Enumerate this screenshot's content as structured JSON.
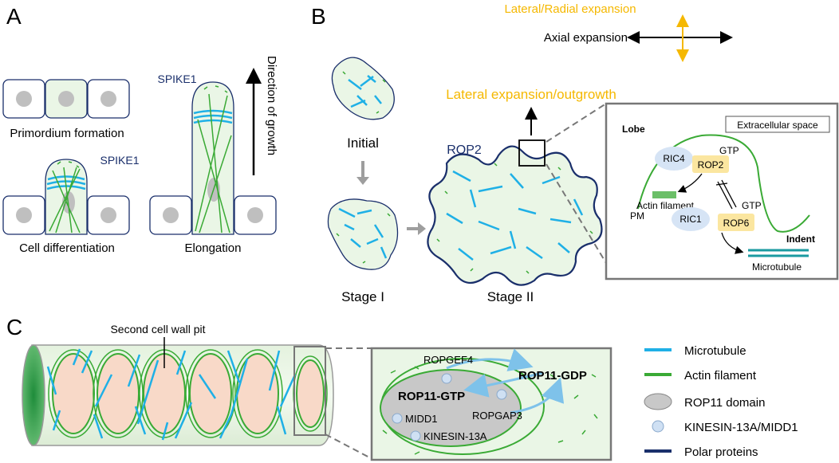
{
  "panels": {
    "A": {
      "letter": "A",
      "spike_top": "SPIKE1",
      "spike_mid": "SPIKE1",
      "direction": "Direction of growth",
      "primordium": "Primordium formation",
      "differentiation": "Cell differentiation",
      "elongation": "Elongation"
    },
    "B": {
      "letter": "B",
      "lateral_radial": "Lateral/Radial expansion",
      "axial": "Axial expansion",
      "lateral_outgrowth": "Lateral expansion/outgrowth",
      "initial": "Initial",
      "stage1": "Stage I",
      "stage2": "Stage II",
      "rop2": "ROP2",
      "inset": {
        "extracellular": "Extracellular space",
        "lobe": "Lobe",
        "indent": "Indent",
        "pm": "PM",
        "ric4": "RIC4",
        "rop2": "ROP2",
        "gtp1": "GTP",
        "actin": "Actin filament",
        "ric1": "RIC1",
        "rop6": "ROP6",
        "gtp2": "GTP",
        "microtubule": "Microtubule"
      }
    },
    "C": {
      "letter": "C",
      "pit_label": "Second cell wall pit",
      "inset": {
        "ropgef4": "ROPGEF4",
        "rop11_gdp": "ROP11-GDP",
        "rop11_gtp": "ROP11-GTP",
        "midd1": "MIDD1",
        "ropgap3": "ROPGAP3",
        "kinesin": "KINESIN-13A"
      }
    }
  },
  "legend": [
    {
      "key": "microtubule",
      "label": "Microtubule",
      "color": "#1fb0e6"
    },
    {
      "key": "actin",
      "label": "Actin filament",
      "color": "#3aaa35"
    },
    {
      "key": "rop11",
      "label": "ROP11 domain",
      "color": "#c8c8c8"
    },
    {
      "key": "kinesin",
      "label": "KINESIN-13A/MIDD1",
      "color": "#cfe0f3"
    },
    {
      "key": "polar",
      "label": "Polar proteins",
      "color": "#1a2f6b"
    }
  ],
  "colors": {
    "cell_fill": "#eaf6e6",
    "microtubule": "#1fb0e6",
    "actin": "#3aaa35",
    "spike_text": "#1a2f6b",
    "expansion": "#f5b800",
    "rop_yellow": "#fbe6a0",
    "ric_blue": "#d6e4f5",
    "inset_border": "#777777",
    "pit_fill": "#f8d9c8"
  }
}
